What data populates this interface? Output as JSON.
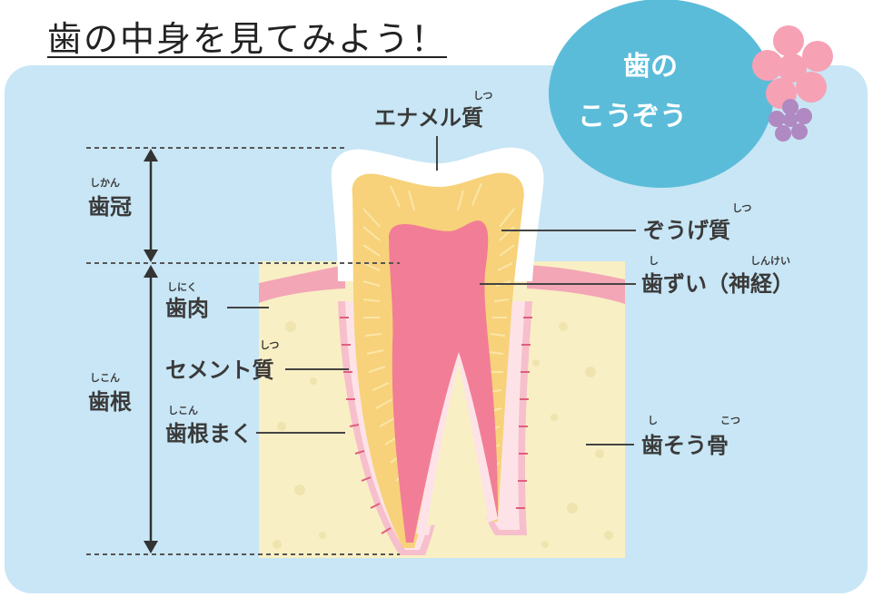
{
  "title": "歯の中身を見てみよう！",
  "badge": {
    "line1": "歯の",
    "line2": "こうぞう"
  },
  "labels": {
    "enamel": {
      "text": "エナメル質",
      "ruby": "しつ"
    },
    "dentin": {
      "text": "ぞうげ質",
      "ruby": "しつ"
    },
    "pulp": {
      "text": "歯ずい（神経）",
      "ruby_shi": "し",
      "ruby_shinkei": "しんけい"
    },
    "crown": {
      "text": "歯冠",
      "ruby": "しかん"
    },
    "gum": {
      "text": "歯肉",
      "ruby": "しにく"
    },
    "cementum": {
      "text": "セメント質",
      "ruby": "しつ"
    },
    "root": {
      "text": "歯根",
      "ruby": "しこん"
    },
    "pdl": {
      "text": "歯根まく",
      "ruby": "しこん"
    },
    "bone": {
      "text": "歯そう骨",
      "ruby_shi": "し",
      "ruby_kotsu": "こつ"
    }
  },
  "colors": {
    "background": "#c8e6f5",
    "bone": "#f9efc4",
    "gum": "#f3a6b6",
    "enamel": "#ffffff",
    "dentin": "#f7d27a",
    "pulp": "#f27d96",
    "badge": "#5bbcd9",
    "flower_pink": "#f7a1b4",
    "flower_purple": "#b088c2"
  }
}
